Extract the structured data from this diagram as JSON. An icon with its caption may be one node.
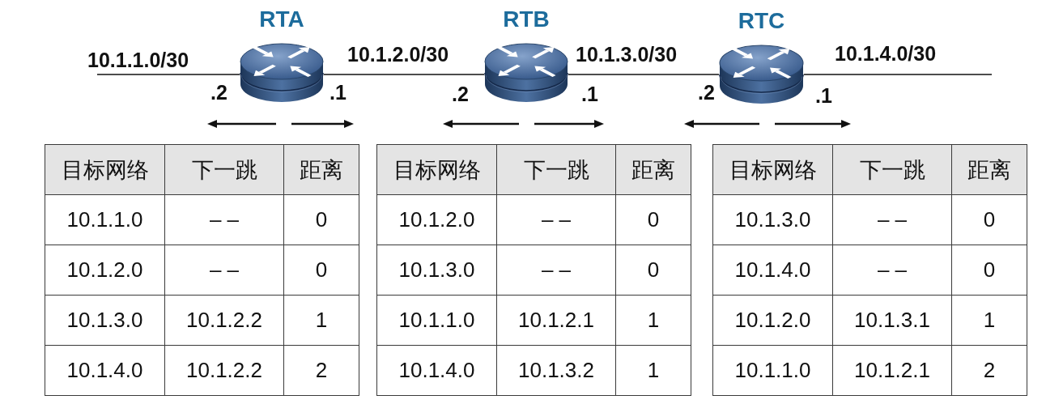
{
  "diagram": {
    "nodes": [
      {
        "text": [
          "RTA"
        ],
        "beside": [
          ".2",
          ".1"
        ]
      },
      {
        "text": [
          "RTB"
        ],
        "beside": [
          ".2",
          ".1"
        ]
      },
      {
        "text": [
          "RTC"
        ],
        "beside": [
          ".2",
          ".1"
        ]
      }
    ],
    "edges": [
      {
        "from": null,
        "to": 0,
        "arrow": "none",
        "label": "10.1.1.0/30"
      },
      {
        "from": 0,
        "to": 1,
        "arrow": "none",
        "label": "10.1.2.0/30"
      },
      {
        "from": 1,
        "to": 2,
        "arrow": "none",
        "label": "10.1.3.0/30"
      },
      {
        "from": 2,
        "to": null,
        "arrow": "none",
        "label": "10.1.4.0/30"
      }
    ],
    "labels": [
      "目标网络",
      "下一跳",
      "距离",
      "10.1.1.0",
      "– –",
      "0",
      "10.1.2.0",
      "– –",
      "0",
      "10.1.3.0",
      "10.1.2.2",
      "1",
      "10.1.4.0",
      "10.1.2.2",
      "2",
      "目标网络",
      "下一跳",
      "距离",
      "10.1.2.0",
      "– –",
      "0",
      "10.1.3.0",
      "– –",
      "0",
      "10.1.1.0",
      "10.1.2.1",
      "1",
      "10.1.4.0",
      "10.1.3.2",
      "1",
      "目标网络",
      "下一跳",
      "距离",
      "10.1.3.0",
      "– –",
      "0",
      "10.1.4.0",
      "– –",
      "0",
      "10.1.2.0",
      "10.1.3.1",
      "1",
      "10.1.1.0",
      "10.1.2.1",
      "2"
    ]
  }
}
